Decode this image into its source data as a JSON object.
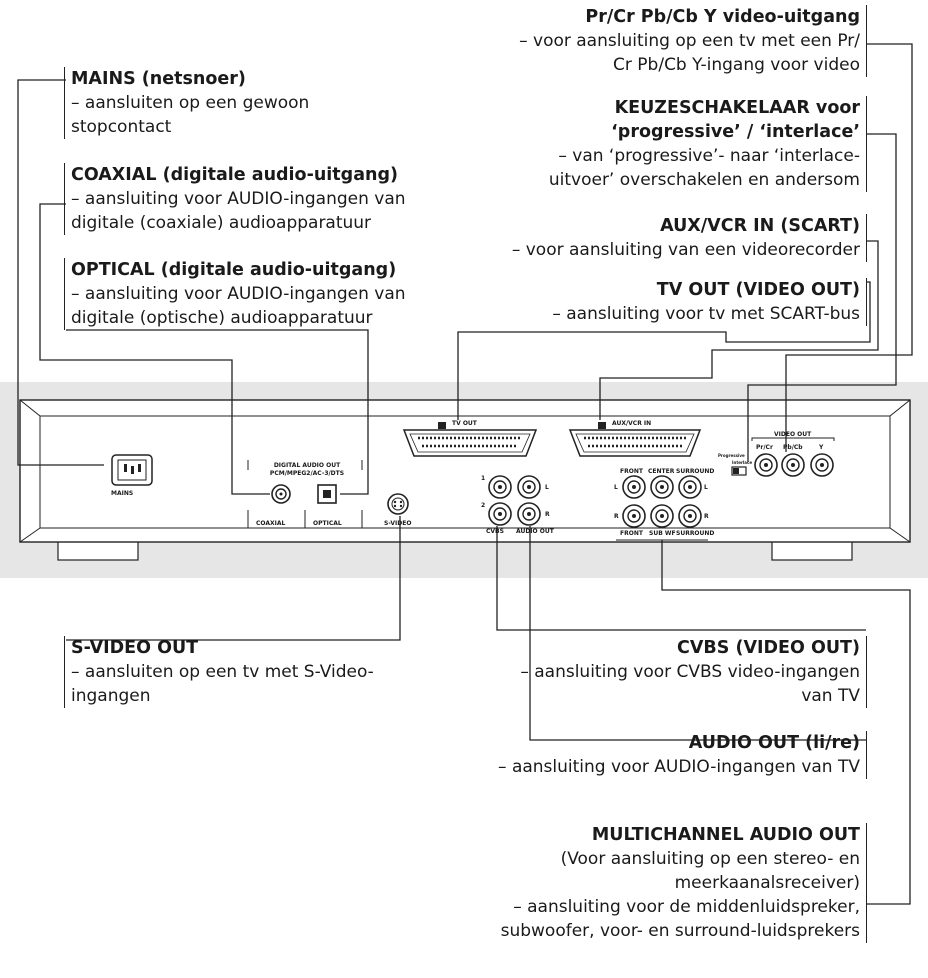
{
  "labels": {
    "mains": {
      "title": "MAINS (netsnoer)",
      "desc": "– aansluiten op een gewoon stopcontact"
    },
    "coaxial": {
      "title": "COAXIAL (digitale audio-uitgang)",
      "desc": "– aansluiting voor AUDIO-ingangen van digitale (coaxiale) audioapparatuur"
    },
    "optical": {
      "title": "OPTICAL (digitale audio-uitgang)",
      "desc": "– aansluiting voor AUDIO-ingangen van digitale (optische) audioapparatuur"
    },
    "prcr": {
      "title": "Pr/Cr Pb/Cb Y video-uitgang",
      "desc": "– voor aansluiting op een tv met een Pr/ Cr Pb/Cb Y-ingang voor video"
    },
    "keuze": {
      "title1": "KEUZESCHAKELAAR voor",
      "title2": "‘progressive’ / ‘interlace’",
      "desc": "– van ‘progressive’- naar ‘interlace-uitvoer’ overschakelen en andersom"
    },
    "aux": {
      "title": "AUX/VCR IN (SCART)",
      "desc": "– voor aansluiting van een videorecorder"
    },
    "tvout": {
      "title": "TV OUT (VIDEO OUT)",
      "desc": "– aansluiting voor tv met SCART-bus"
    },
    "svideo": {
      "title": "S-VIDEO OUT",
      "desc": "– aansluiten op een tv met S-Video-ingangen"
    },
    "cvbs": {
      "title": "CVBS (VIDEO OUT)",
      "desc": "– aansluiting voor CVBS video-ingangen van TV"
    },
    "audioout": {
      "title": "AUDIO OUT (li/re)",
      "desc": "– aansluiting voor AUDIO-ingangen van TV"
    },
    "multi": {
      "title": "MULTICHANNEL AUDIO OUT",
      "desc1": "(Voor aansluiting op een stereo- en meerkaanalsreceiver)",
      "desc2": "– aansluiting voor de middenluidspreker, subwoofer, voor- en surround-luidsprekers"
    }
  },
  "panel": {
    "mains": "MAINS",
    "digital_audio_out": "DIGITAL AUDIO OUT",
    "digital_formats": "PCM/MPEG2/AC-3/DTS",
    "coaxial": "COAXIAL",
    "optical": "OPTICAL",
    "svideo": "S-VIDEO",
    "tv_out": "TV OUT",
    "aux_vcr_in": "AUX/VCR IN",
    "cvbs": "CVBS",
    "audio_out": "AUDIO OUT",
    "num1": "1",
    "num2": "2",
    "L": "L",
    "R": "R",
    "front": "FRONT",
    "center": "CENTER",
    "surround": "SURROUND",
    "sub_wf": "SUB WF",
    "video_out": "VIDEO OUT",
    "prcr": "Pr/Cr",
    "pbcb": "Pb/Cb",
    "y": "Y",
    "progressive": "Progressive",
    "interlace": "Interlace"
  }
}
